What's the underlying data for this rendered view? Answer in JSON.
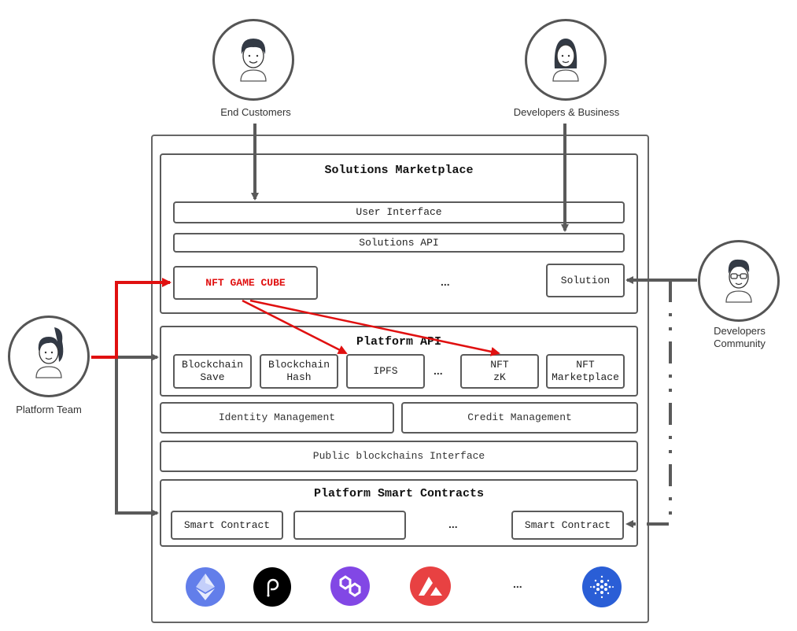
{
  "actors": {
    "end_customers": "End Customers",
    "developers_business": "Developers & Business",
    "platform_team": "Platform Team",
    "developers_community": "Developers\nCommunity"
  },
  "solutions_marketplace": {
    "title": "Solutions Marketplace",
    "user_interface": "User Interface",
    "solutions_api": "Solutions API",
    "nft_game_cube": "NFT GAME CUBE",
    "ellipsis": "...",
    "solution": "Solution"
  },
  "platform_api": {
    "title": "Platform API",
    "items": [
      "Blockchain\nSave",
      "Blockchain\nHash",
      "IPFS",
      "NFT\nzK",
      "NFT\nMarketplace"
    ],
    "ellipsis": "..."
  },
  "identity_management": "Identity Management",
  "credit_management": "Credit Management",
  "public_blockchains_interface": "Public blockchains Interface",
  "smart_contracts": {
    "title": "Platform Smart Contracts",
    "first": "Smart Contract",
    "middle": "",
    "last": "Smart Contract",
    "ellipsis": "..."
  },
  "chains": {
    "items": [
      "ethereum-icon",
      "polkadot-icon",
      "polygon-icon",
      "avalanche-icon",
      "cardano-icon"
    ],
    "ellipsis": "...",
    "colors": {
      "ethereum": "#627eea",
      "polkadot": "#000000",
      "polygon": "#8247e5",
      "avalanche": "#e84142",
      "cardano": "#2a5ed6"
    }
  },
  "colors": {
    "highlight": "#e01010",
    "line": "#5a5a5a"
  }
}
